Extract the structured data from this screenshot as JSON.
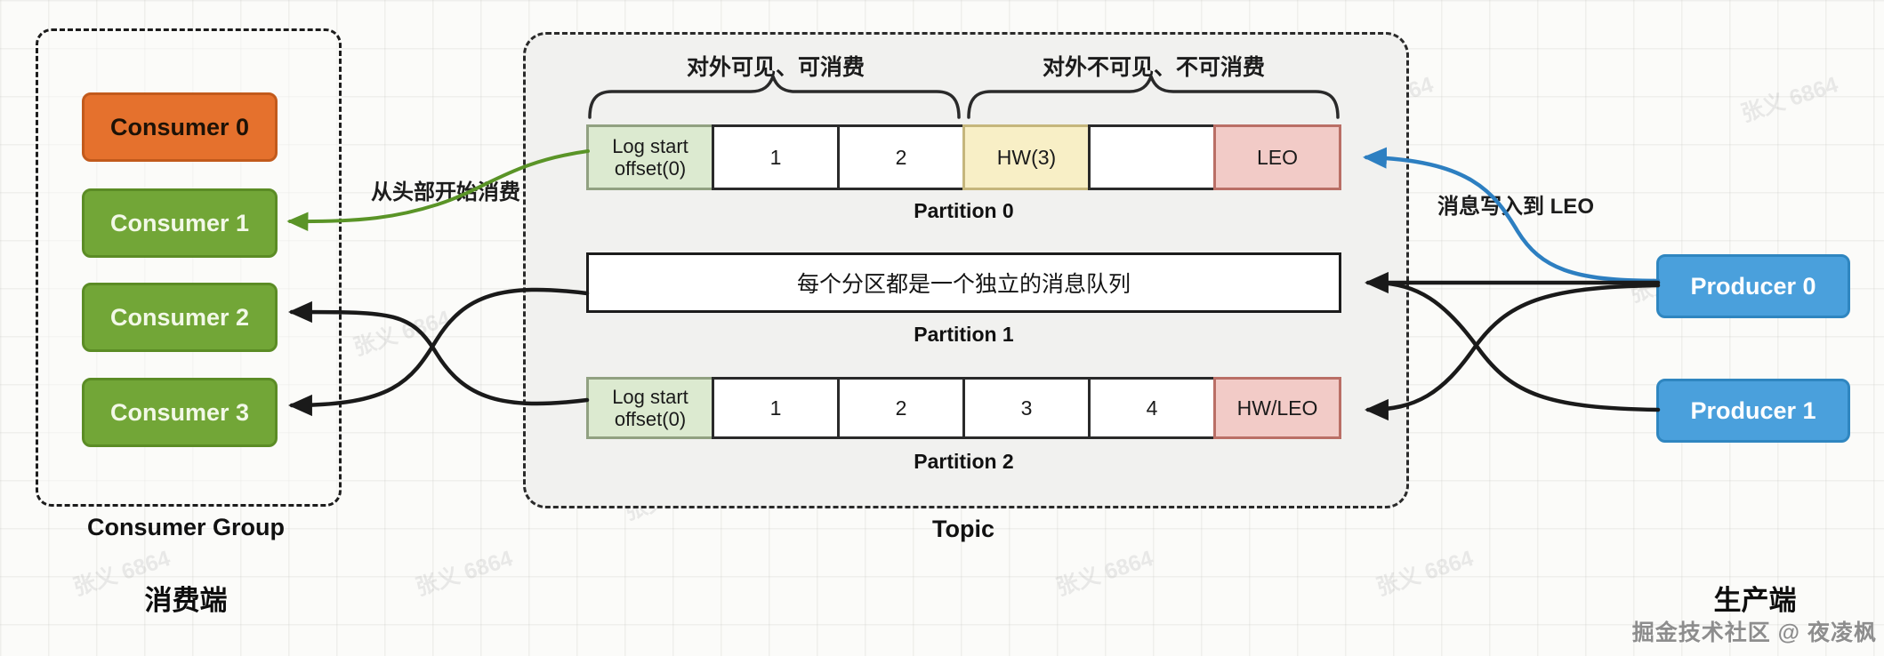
{
  "watermark": {
    "text": "张义 6864",
    "credit": "掘金技术社区 @ 夜凌枫"
  },
  "consumer_group": {
    "title": "Consumer Group",
    "side_label": "消费端",
    "consumers": [
      {
        "label": "Consumer 0"
      },
      {
        "label": "Consumer 1"
      },
      {
        "label": "Consumer 2"
      },
      {
        "label": "Consumer 3"
      }
    ]
  },
  "topic": {
    "title": "Topic",
    "visible_note": "对外可见、可消费",
    "invisible_note": "对外不可见、不可消费",
    "partition0": {
      "label": "Partition 0",
      "cells": [
        "Log start offset(0)",
        "1",
        "2",
        "HW(3)",
        "",
        "LEO"
      ]
    },
    "partition1": {
      "label": "Partition 1",
      "note": "每个分区都是一个独立的消息队列"
    },
    "partition2": {
      "label": "Partition 2",
      "cells": [
        "Log start offset(0)",
        "1",
        "2",
        "3",
        "4",
        "HW/LEO"
      ]
    }
  },
  "producers": {
    "side_label": "生产端",
    "items": [
      {
        "label": "Producer 0"
      },
      {
        "label": "Producer 1"
      }
    ]
  },
  "edges": {
    "consume_from_head_label": "从头部开始消费",
    "write_to_leo_label": "消息写入到 LEO"
  },
  "colors": {
    "consumer_orange": "#e5712d",
    "consumer_green": "#72a637",
    "producer_blue": "#4aa0dc",
    "cell_green": "#dcead0",
    "cell_yellow": "#f8efc6",
    "cell_pink": "#f2cbc7",
    "arrow_green": "#5a9427",
    "arrow_blue": "#2d7fc1",
    "arrow_black": "#1a1a1a"
  }
}
